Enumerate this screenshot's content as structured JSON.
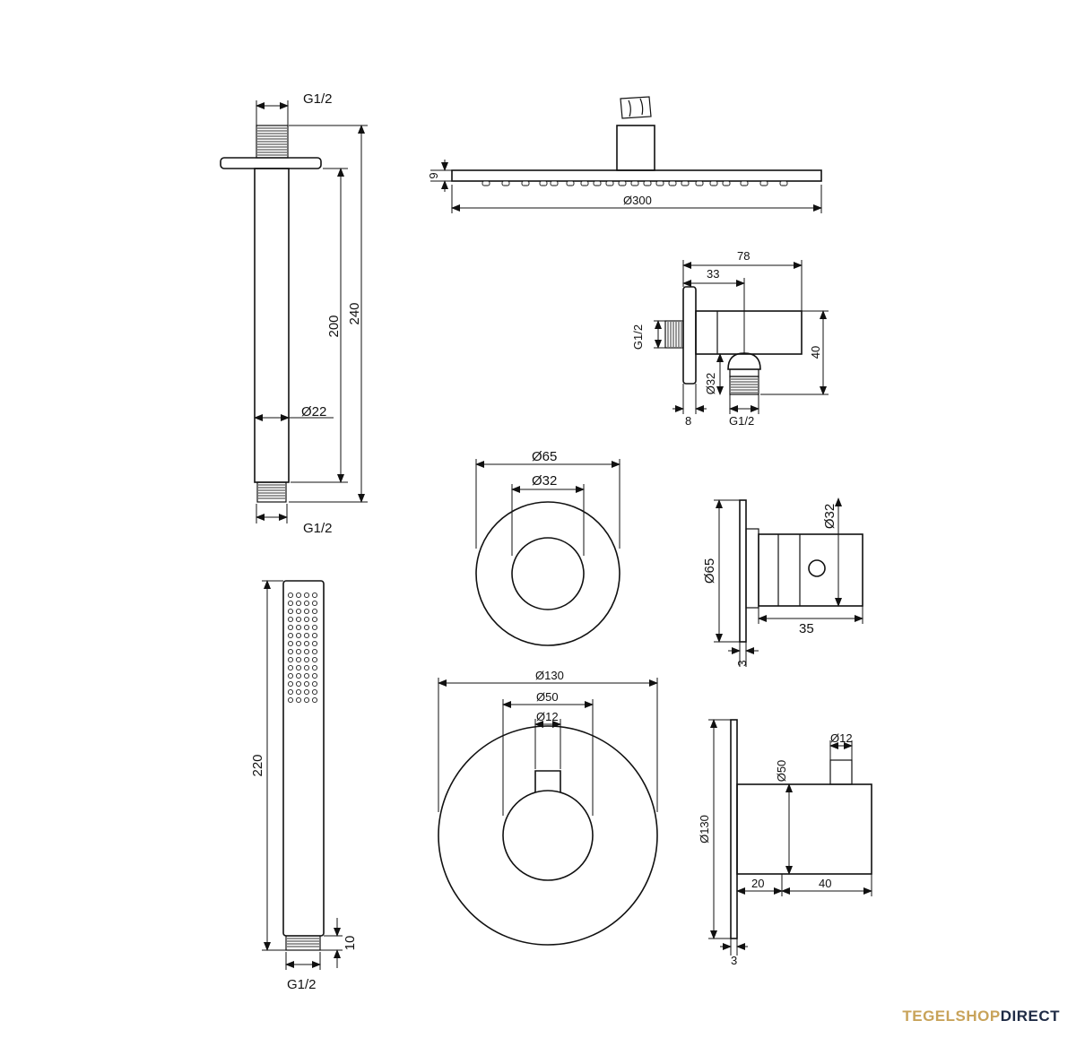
{
  "ceiling_arm": {
    "thread_top": "G1/2",
    "diameter": "Ø22",
    "length_inner": "200",
    "length_total": "240",
    "thread_bottom": "G1/2"
  },
  "rain_head": {
    "thickness": "9",
    "diameter": "Ø300"
  },
  "wall_outlet": {
    "depth_total": "78",
    "depth_partial": "33",
    "thread_left": "G1/2",
    "height": "40",
    "diameter": "Ø32",
    "flange": "8",
    "thread_bottom": "G1/2"
  },
  "stop_valve_front": {
    "outer": "Ø65",
    "inner": "Ø32"
  },
  "stop_valve_side": {
    "plate": "Ø65",
    "body": "Ø32",
    "depth": "35",
    "plate_thickness": "3"
  },
  "hand_shower": {
    "length": "220",
    "connector": "10",
    "thread": "G1/2"
  },
  "thermostat_front": {
    "outer": "Ø130",
    "mid": "Ø50",
    "knob": "Ø12"
  },
  "thermostat_side": {
    "plate": "Ø130",
    "body": "Ø50",
    "knob": "Ø12",
    "gap": "20",
    "depth": "40",
    "plate_thickness": "3"
  },
  "brand": {
    "part1": "TEGELSHOP",
    "part2": "DIRECT"
  }
}
